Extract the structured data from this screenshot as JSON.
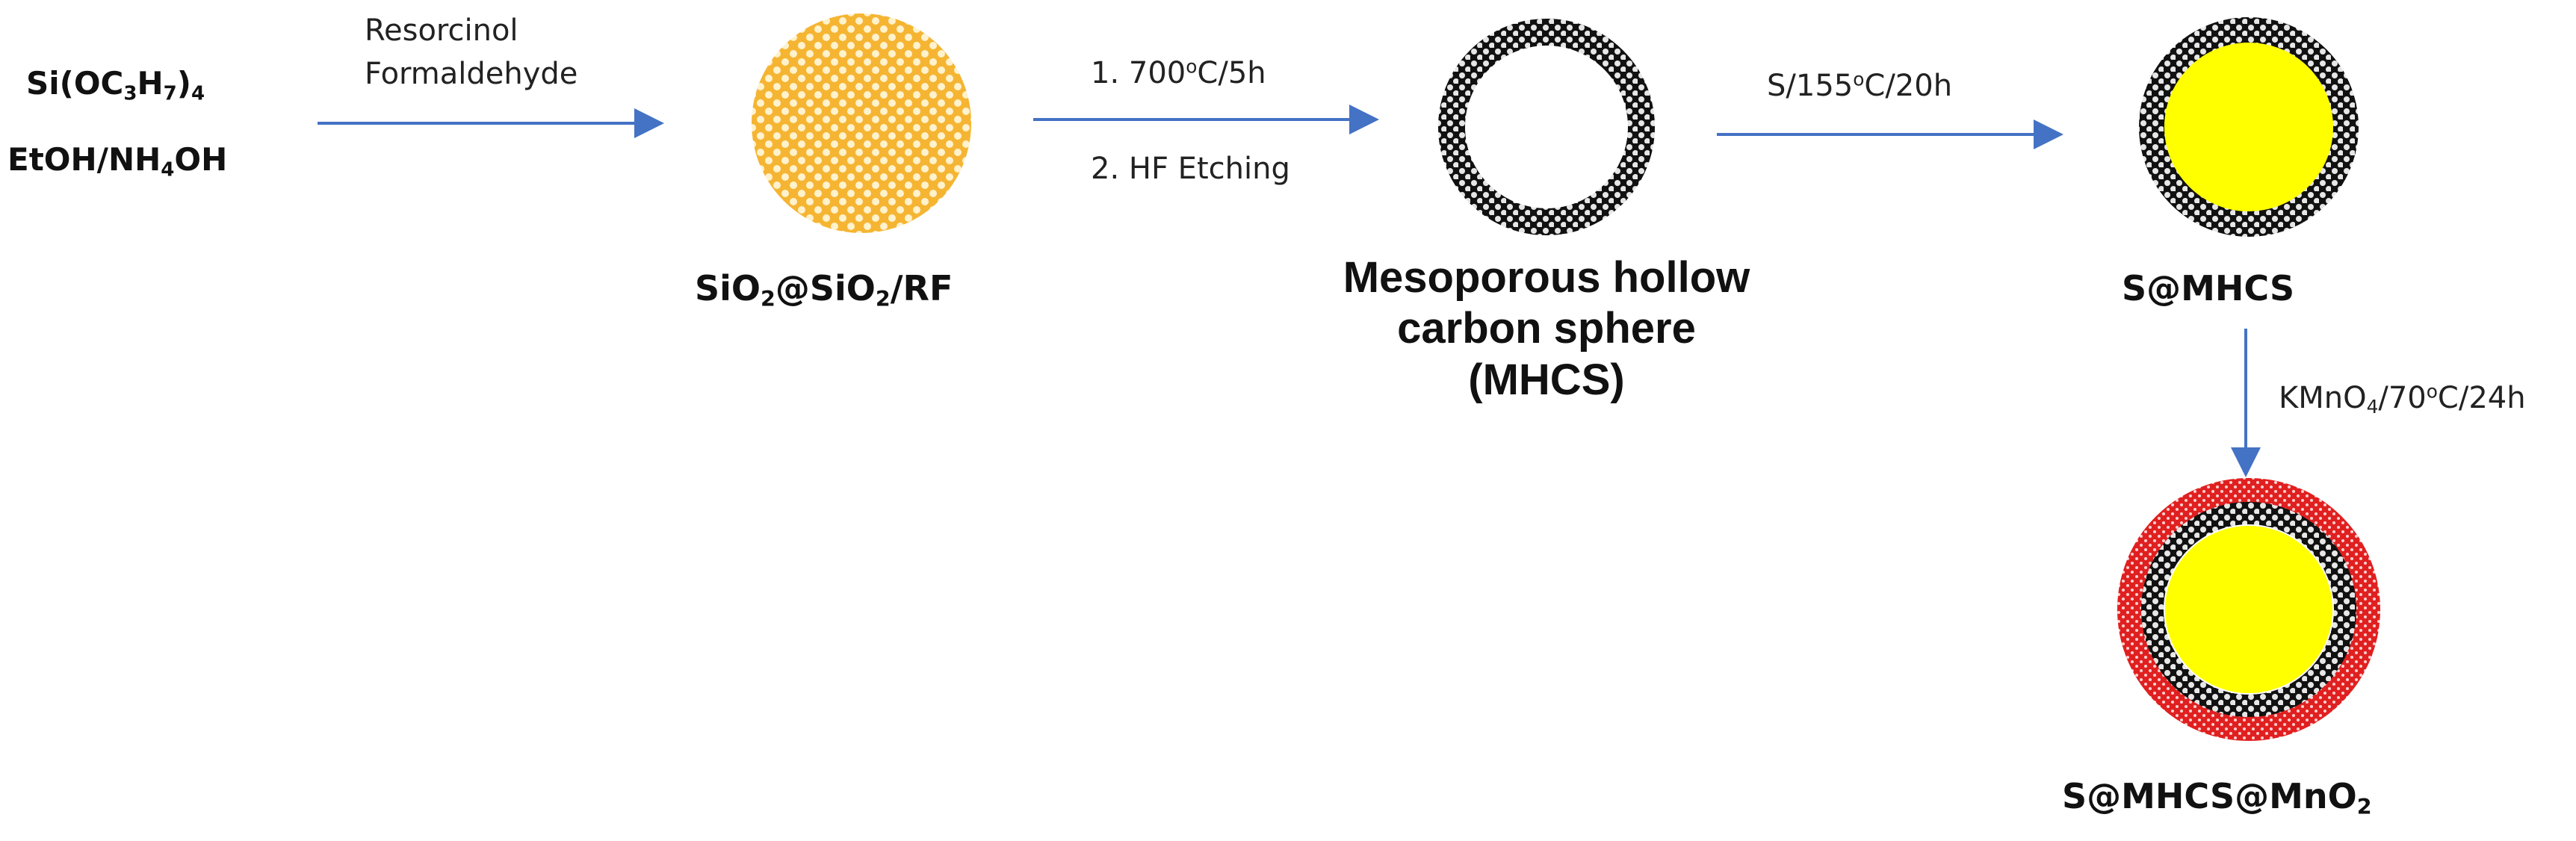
{
  "starting_material": {
    "line1_a": "Si(OC",
    "line1_s1": "3",
    "line1_b": "H",
    "line1_s2": "7",
    "line1_c": ")",
    "line1_s3": "4",
    "line2_a": "EtOH/NH",
    "line2_s1": "4",
    "line2_b": "OH"
  },
  "step1": {
    "reagent1": "Resorcinol",
    "reagent2": "Formaldehyde"
  },
  "product1": {
    "a": "SiO",
    "s1": "2",
    "b": "@SiO",
    "s2": "2",
    "c": "/RF"
  },
  "step2": {
    "cond1_a": "1.  700",
    "cond1_sup": "o",
    "cond1_b": "C/5h",
    "cond2": "2.  HF Etching"
  },
  "product2": {
    "line1": "Mesoporous hollow",
    "line2": "carbon sphere",
    "line3": "(MHCS)"
  },
  "step3": {
    "a": "S/155",
    "sup": "o",
    "b": "C/20h"
  },
  "product3": {
    "label": "S@MHCS"
  },
  "step4": {
    "a": "KMnO",
    "sub": "4",
    "b": "/70",
    "sup": "o",
    "c": "C/24h"
  },
  "product4": {
    "a": "S@MHCS@MnO",
    "sub": "2"
  },
  "colors": {
    "arrow": "#4472C4",
    "rf_sphere": "#F5B533",
    "carbon_shell": "#111111",
    "sulfur": "#FFFF00",
    "mno2_shell": "#E02020"
  }
}
